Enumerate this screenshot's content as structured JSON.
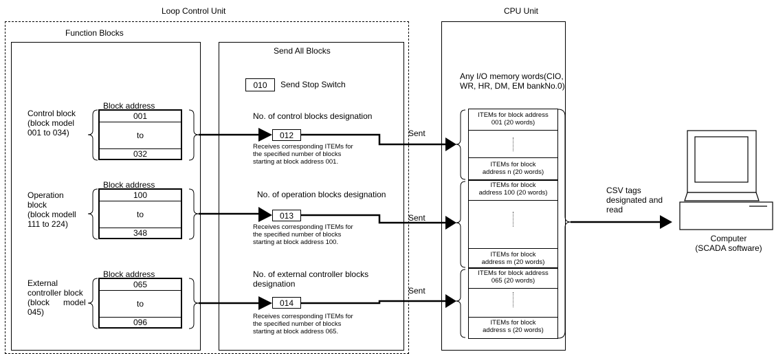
{
  "loop_control_unit": {
    "title": "Loop Control Unit",
    "function_blocks": {
      "title": "Function Blocks",
      "groups": [
        {
          "label": "Control block\n(block model\n001 to 034)",
          "header": "Block address",
          "first": "001",
          "middle": "to",
          "last": "032"
        },
        {
          "label": "Operation\nblock\n(block modell\n111 to 224)",
          "header": "Block address",
          "first": "100",
          "middle": "to",
          "last": "348"
        },
        {
          "label": "External\ncontroller block\n(block      model\n045)",
          "header": "Block address",
          "first": "065",
          "middle": "to",
          "last": "096"
        }
      ]
    },
    "send_all_blocks": {
      "title": "Send All Blocks",
      "stop_switch": {
        "code": "010",
        "label": "Send Stop Switch"
      },
      "designations": [
        {
          "title": "No. of control blocks designation",
          "code": "012",
          "note": "Receives corresponding ITEMs for\nthe specified number of blocks\nstarting at block address 001."
        },
        {
          "title": "No. of operation blocks designation",
          "code": "013",
          "note": "Receives corresponding ITEMs for\nthe specified number of blocks\nstarting at block address 100."
        },
        {
          "title": "No. of external controller blocks\ndesignation",
          "code": "014",
          "note": "Receives corresponding ITEMs for\nthe specified number of blocks\nstarting at block address 065."
        }
      ]
    }
  },
  "cpu_unit": {
    "title": "CPU Unit",
    "memory_label": "Any I/O memory words(CIO,\nWR, HR, DM, EM bankNo.0)",
    "items": [
      {
        "top": "ITEMs for block address\n001 (20 words)",
        "bottom": "ITEMs for block\naddress n (20 words)"
      },
      {
        "top": "ITEMs for block\naddress 100 (20 words)",
        "bottom": "ITEMs for block\naddress m (20 words)"
      },
      {
        "top": "ITEMs for block address\n065 (20 words)",
        "bottom": "ITEMs for block\naddress s (20 words)"
      }
    ]
  },
  "sent_label": "Sent",
  "csv_label": "CSV tags\ndesignated and\nread",
  "computer": {
    "label": "Computer\n(SCADA software)"
  }
}
